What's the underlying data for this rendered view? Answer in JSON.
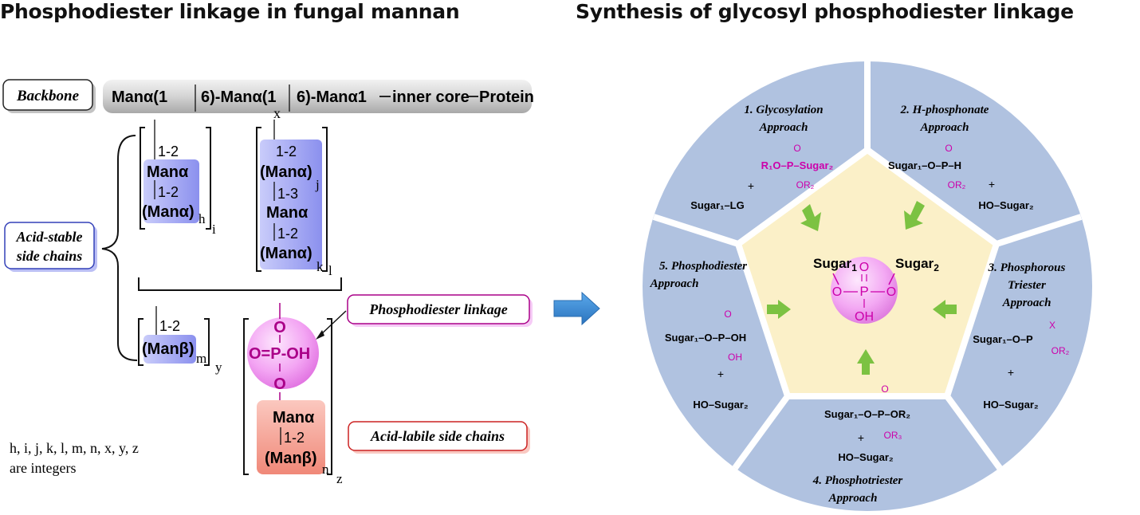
{
  "left": {
    "title": "Phosphodiester linkage in fungal mannan",
    "labels": {
      "backbone": "Backbone",
      "acid_stable": [
        "Acid-stable",
        "side chains"
      ],
      "phosphodiester": "Phosphodiester linkage",
      "acid_labile": "Acid-labile side chains",
      "note": [
        "h, i, j, k, l, m, n, x, y, z",
        "are integers"
      ]
    },
    "backbone_chain": [
      "Manα(1",
      "6)-Manα(1",
      "6)-Manα1",
      "inner core",
      "Protein"
    ],
    "backbone_sub": "x",
    "branch1": {
      "link1": "1-2",
      "res1": "Manα",
      "link2": "1-2",
      "res2": "Manα",
      "sub_inner": "h",
      "sub_outer": "i"
    },
    "branch2": {
      "link1": "1-2",
      "res1": "Manα",
      "sub_j": "j",
      "link2": "1-3",
      "res2": "Manα",
      "link3": "1-2",
      "res3": "Manα",
      "sub_k": "k",
      "sub_l": "l"
    },
    "branch3": {
      "link1": "1-2",
      "res1": "Manβ",
      "sub_m": "m",
      "sub_y": "y"
    },
    "phosphate": {
      "o_top": "O",
      "p_row": "O=P-OH",
      "o_bottom": "O"
    },
    "labile": {
      "res1": "Manα",
      "link": "1-2",
      "res2": "Manβ",
      "sub_n": "n",
      "sub_z": "z"
    }
  },
  "right": {
    "title": "Synthesis of glycosyl phosphodiester linkage",
    "center": {
      "sugar1": "Sugar",
      "sugar2": "Sugar",
      "p": "P",
      "o": "O",
      "oh": "OH"
    },
    "approaches": [
      {
        "name": [
          "1. Glycosylation",
          "Approach"
        ],
        "reagent1": "R₁O–P–Sugar₂",
        "reagent2": "Sugar₁–LG"
      },
      {
        "name": [
          "2. H-phosphonate",
          "Approach"
        ],
        "reagent1": "Sugar₁–O–P–H",
        "reagent2": "HO–Sugar₂"
      },
      {
        "name": [
          "3. Phosphorous",
          "Triester",
          "Approach"
        ],
        "reagent1": "Sugar₁–O–P",
        "reagent2": "HO–Sugar₂"
      },
      {
        "name": [
          "4. Phosphotriester",
          "Approach"
        ],
        "reagent1": "Sugar₁–O–P–OR₂",
        "reagent2": "HO–Sugar₂"
      },
      {
        "name": [
          "5. Phosphodiester",
          "Approach"
        ],
        "reagent1": "Sugar₁–O–P–OH",
        "reagent2": "HO–Sugar₂"
      }
    ]
  },
  "colors": {
    "magenta": "#cc00aa",
    "petal": "#b0c2e0",
    "pentagon": "#fbf0c8",
    "green_arrow": "#7cc242",
    "blue_arrow": "#3b8fd6",
    "bluebox": "#9a9ef2",
    "pinkbox": "#f5a59a",
    "sphere": "#ee88ee"
  }
}
